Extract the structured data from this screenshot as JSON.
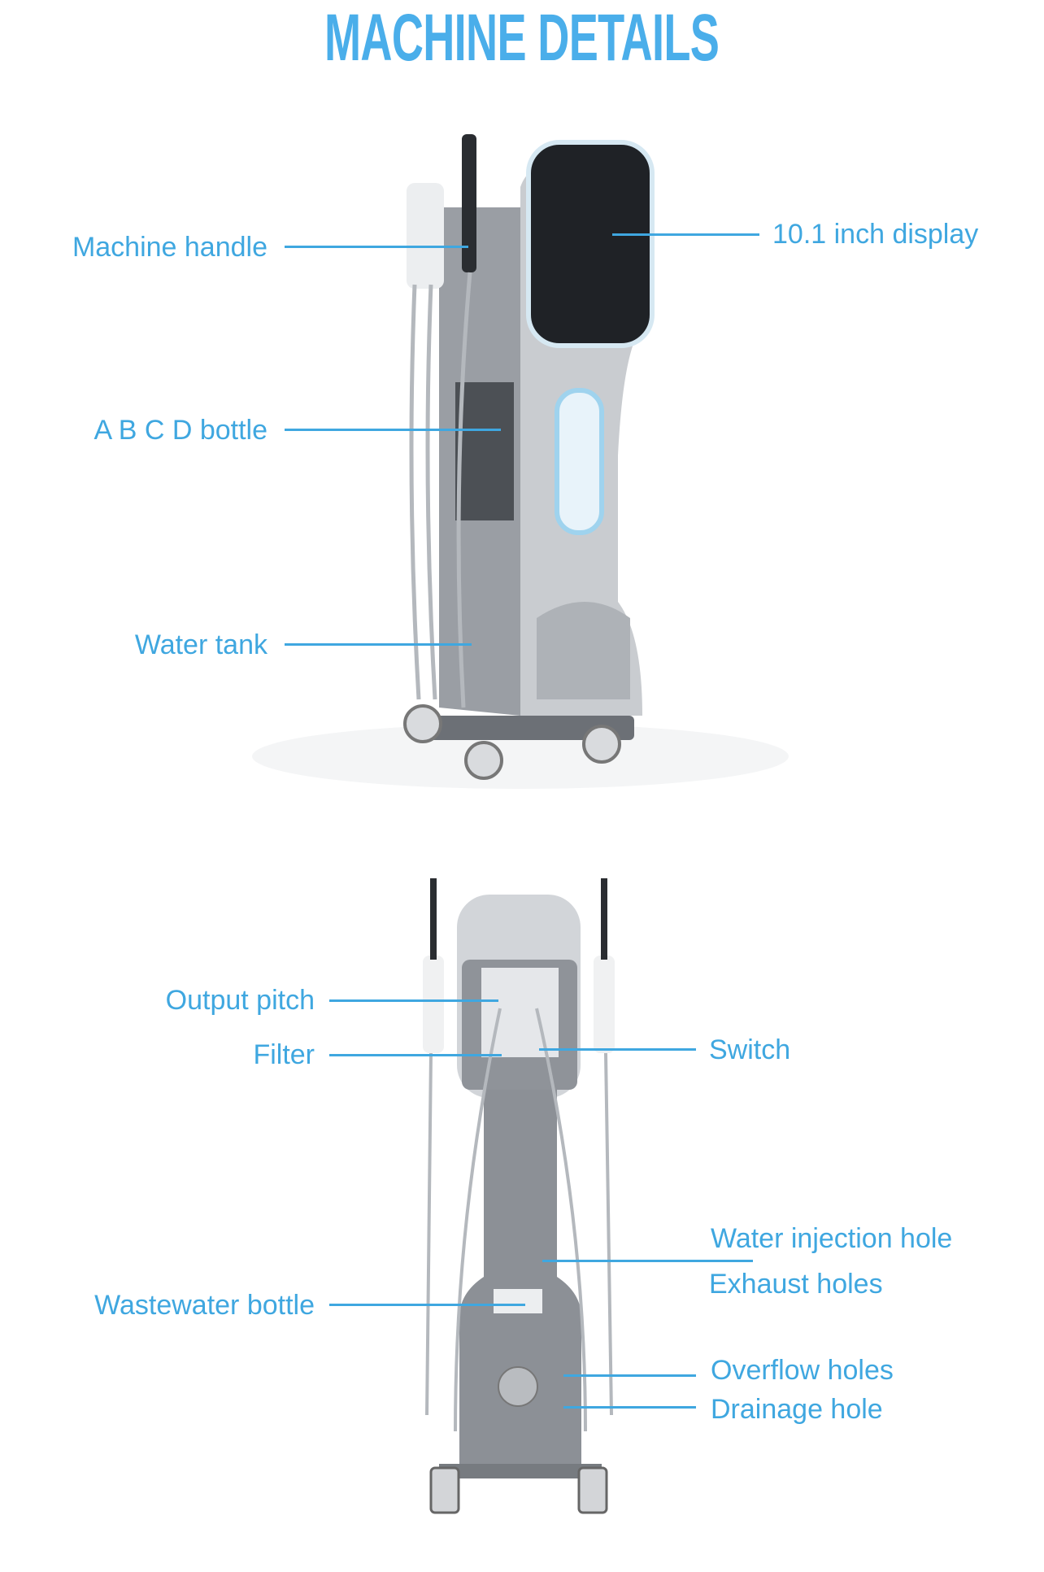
{
  "title": "MACHINE DETAILS",
  "front_view": {
    "labels": {
      "machine_handle": "Machine handle",
      "display": "10.1 inch display",
      "bottle": "A B C D bottle",
      "water_tank": "Water tank"
    }
  },
  "back_view": {
    "labels": {
      "output_pitch": "Output pitch",
      "filter": "Filter",
      "switch": "Switch",
      "water_injection_hole": "Water injection hole",
      "exhaust_holes": "Exhaust holes",
      "wastewater_bottle": "Wastewater bottle",
      "overflow_holes": "Overflow holes",
      "drainage_hole": "Drainage hole"
    }
  },
  "colors": {
    "accent": "#3fa7e0",
    "title": "#4aaeea",
    "body": "#a9adb2",
    "dark_body": "#8c9096"
  }
}
